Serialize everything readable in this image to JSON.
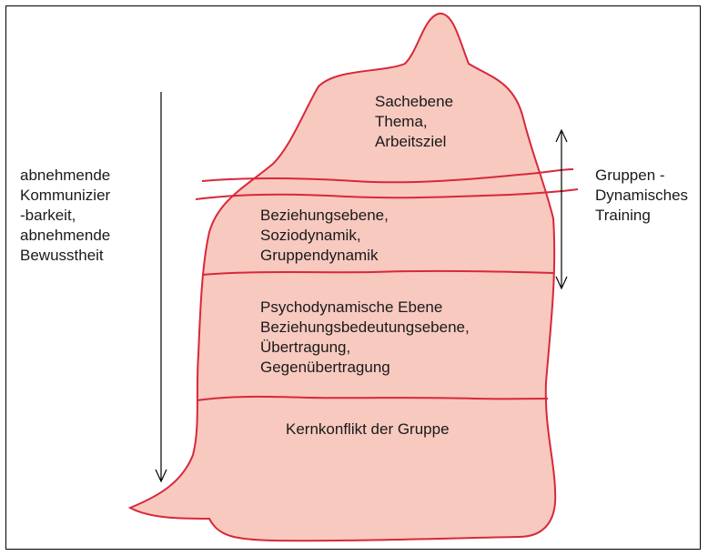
{
  "colors": {
    "iceberg_fill": "#f7c9bf",
    "iceberg_stroke": "#d8283a",
    "arrow": "#000000",
    "text": "#1a1a1a"
  },
  "layers": {
    "top": [
      "Sachebene",
      "Thema,",
      "Arbeitsziel"
    ],
    "relationship": [
      "Beziehungsebene,",
      "Soziodynamik,",
      "Gruppendynamik"
    ],
    "psychodynamic": [
      "Psychodynamische Ebene",
      "Beziehungsbedeutungsebene,",
      "Übertragung,",
      "Gegenübertragung"
    ],
    "core": [
      "Kernkonflikt der Gruppe"
    ]
  },
  "left_axis": {
    "lines": [
      "abnehmende",
      "Kommunizier",
      "-barkeit,",
      "abnehmende",
      "Bewusstheit"
    ]
  },
  "right_axis": {
    "lines": [
      "Gruppen -",
      "Dynamisches",
      "Training"
    ]
  }
}
